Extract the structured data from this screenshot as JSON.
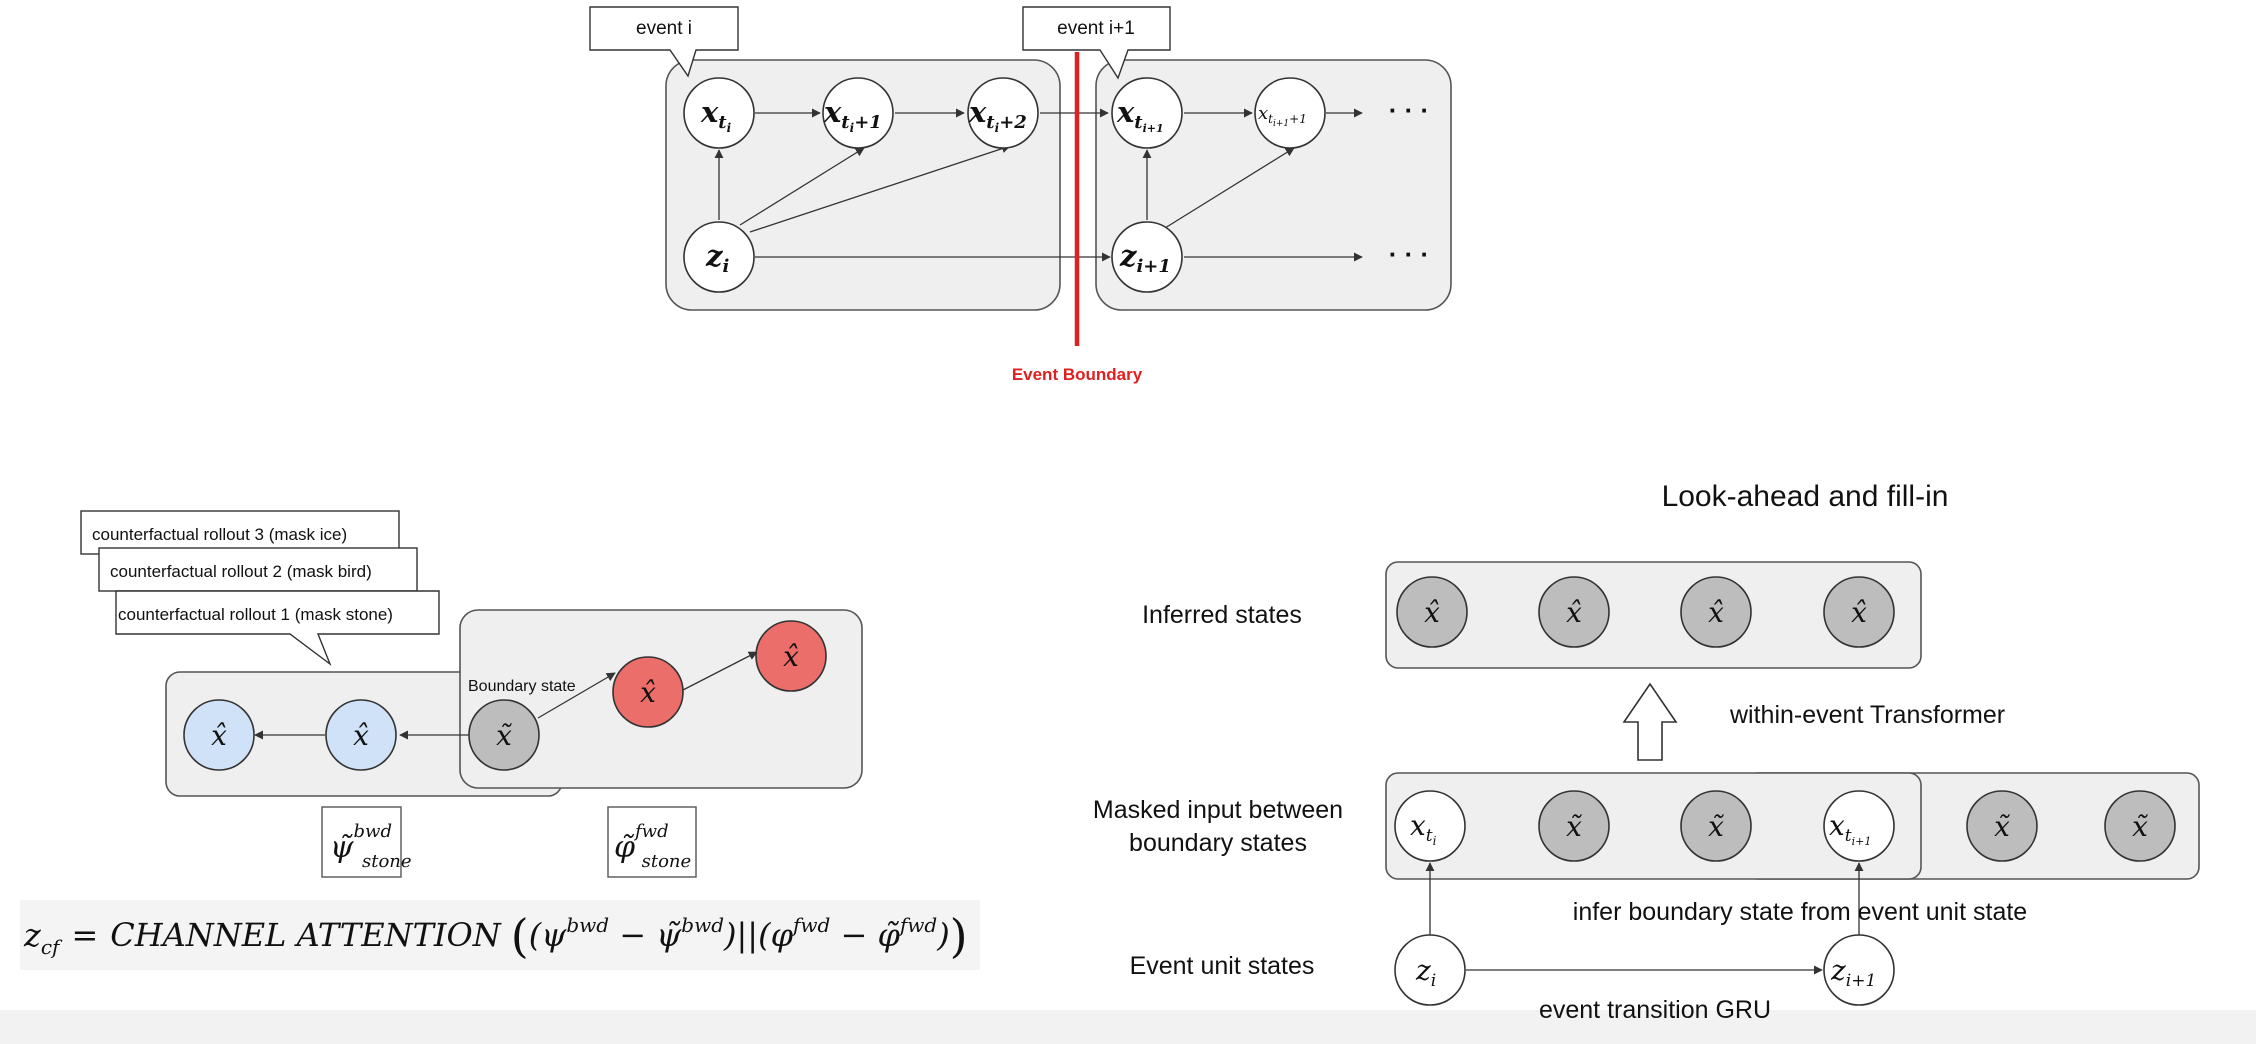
{
  "top": {
    "event_i_label": "event i",
    "event_i1_label": "event i+1",
    "boundary_label": "Event Boundary",
    "boundary_color": "#e02020",
    "nodes": {
      "x_ti": "x",
      "x_ti_sub": "t",
      "x_ti_subsub": "i",
      "x_ti1": "x",
      "x_ti1_sub": "t",
      "x_ti1_subsub": "i",
      "x_ti1_plus": "+1",
      "x_ti2": "x",
      "x_ti2_sub": "t",
      "x_ti2_subsub": "i",
      "x_ti2_plus": "+2",
      "x_tnext": "x",
      "x_tnext_sub": "t",
      "x_tnext_subsub": "i+1",
      "x_tnext1": "x",
      "x_tnext1_sub": "t",
      "x_tnext1_subsub": "i+1",
      "x_tnext1_plus": "+1",
      "z_i": "z",
      "z_i_sub": "i",
      "z_i1": "z",
      "z_i1_sub": "i+1",
      "ellipsis": "· · ·"
    }
  },
  "counterfactual": {
    "callouts": [
      "counterfactual rollout 3 (mask ice)",
      "counterfactual rollout 2 (mask bird)",
      "counterfactual rollout 1 (mask stone)"
    ],
    "boundary_state_label": "Boundary state",
    "x_hat": "x̂",
    "x_tilde": "x̃",
    "psi_label": {
      "base": "ψ̃",
      "sup": "bwd",
      "sub": "stone"
    },
    "phi_label": {
      "base": "φ̃",
      "sup": "fwd",
      "sub": "stone"
    },
    "colors": {
      "forward_node": "#ec6e6a",
      "backward_node": "#cfe2f8",
      "boundary_node": "#bdbdbd"
    }
  },
  "formula": {
    "lhs": "z",
    "lhs_sub": "cf",
    "eq": "=",
    "op": "CHANNEL ATTENTION",
    "lparen": "(",
    "rparen": ")",
    "term1_open": "(ψ",
    "term1_sup": "bwd",
    "term1_minus": " − ψ̃",
    "term1_sup2": "bwd",
    "term1_close": ")",
    "concat": "||",
    "term2_open": "(φ",
    "term2_sup": "fwd",
    "term2_minus": " − φ̃",
    "term2_sup2": "fwd",
    "term2_close": ")"
  },
  "lookahead": {
    "title": "Look-ahead and fill-in",
    "inferred_label": "Inferred states",
    "transformer_label": "within-event Transformer",
    "masked_label_line1": "Masked input between",
    "masked_label_line2": "boundary states",
    "infer_boundary_label": "infer boundary state from event unit state",
    "event_unit_label": "Event unit states",
    "gru_label": "event transition GRU",
    "x_hat": "x̂",
    "x_tilde": "x̃",
    "x_ti": "x",
    "x_ti_sub": "t",
    "x_ti_subsub": "i",
    "x_ti1": "x",
    "x_ti1_sub": "t",
    "x_ti1_subsub": "i+1",
    "z_i": "z",
    "z_i_sub": "i",
    "z_i1": "z",
    "z_i1_sub": "i+1"
  }
}
